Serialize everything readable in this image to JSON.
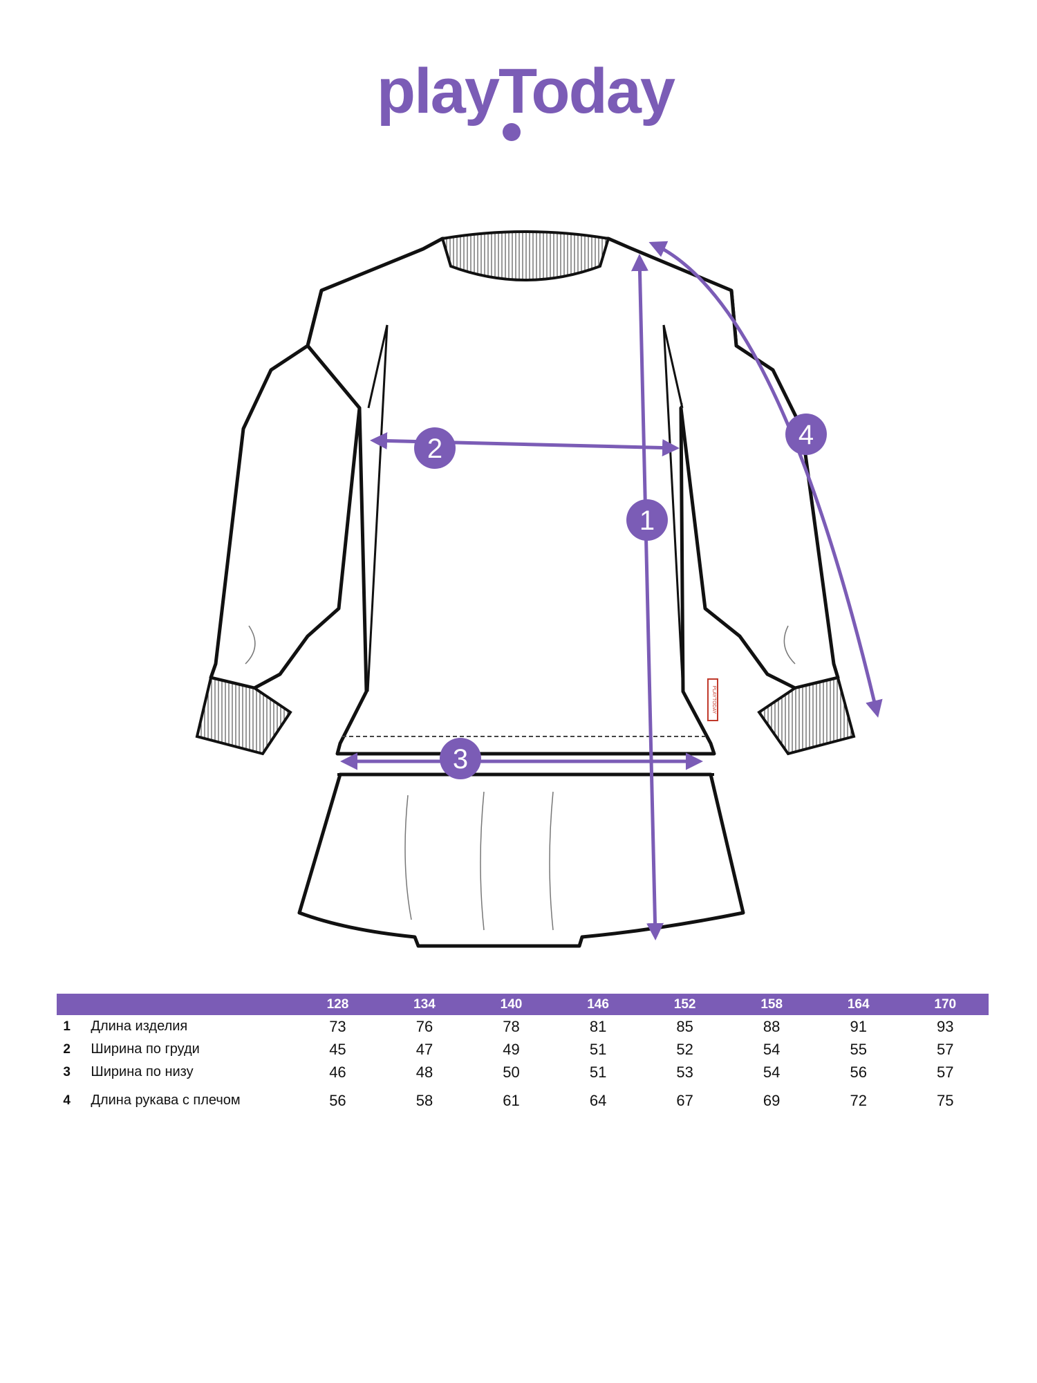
{
  "brand": {
    "name": "playToday",
    "color": "#7b5cb6"
  },
  "markers": [
    "1",
    "2",
    "3",
    "4"
  ],
  "sizes": [
    "128",
    "134",
    "140",
    "146",
    "152",
    "158",
    "164",
    "170"
  ],
  "rows": [
    {
      "num": "1",
      "label": "Длина изделия",
      "values": [
        "73",
        "76",
        "78",
        "81",
        "85",
        "88",
        "91",
        "93"
      ]
    },
    {
      "num": "2",
      "label": "Ширина по груди",
      "values": [
        "45",
        "47",
        "49",
        "51",
        "52",
        "54",
        "55",
        "57"
      ]
    },
    {
      "num": "3",
      "label": "Ширина по низу",
      "values": [
        "46",
        "48",
        "50",
        "51",
        "53",
        "54",
        "56",
        "57"
      ]
    },
    {
      "num": "4",
      "label": "Длина рукава с плечом",
      "values": [
        "56",
        "58",
        "61",
        "64",
        "67",
        "69",
        "72",
        "75"
      ]
    }
  ],
  "garment_tag": "PLAYTODAY"
}
